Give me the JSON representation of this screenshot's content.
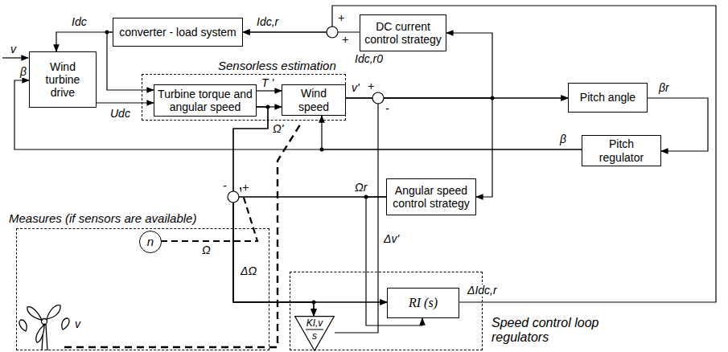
{
  "diagram": {
    "nodes": [
      {
        "text": [
          "converter - load system"
        ]
      },
      {
        "text": [
          "DC current control strategy"
        ]
      },
      {
        "text": [
          "Wind turbine drive"
        ]
      },
      {
        "text": [
          "Sensorless estimation"
        ]
      },
      {
        "text": [
          "Turbine torque and angular speed"
        ],
        "in": 3
      },
      {
        "text": [
          "Wind speed"
        ],
        "in": 3
      },
      {
        "text": [
          "Pitch angle"
        ]
      },
      {
        "text": [
          "Pitch regulator"
        ]
      },
      {
        "text": [
          "Angular speed control strategy"
        ]
      },
      {
        "text": [
          "Measures (if sensors are available)"
        ]
      },
      {
        "text": [
          "n"
        ],
        "in": 9
      },
      {
        "text": [
          "Speed control loop regulators"
        ]
      },
      {
        "text": [
          "RI (s)"
        ],
        "in": 11
      },
      {
        "text": [
          "KI,v",
          "s"
        ],
        "in": 11
      }
    ],
    "edges": [
      {
        "from": 1,
        "to": 0,
        "arrow": "to"
      },
      {
        "from": 12,
        "to": 0,
        "arrow": "to"
      },
      {
        "from": 0,
        "to": 2,
        "arrow": "to"
      },
      {
        "from": 0,
        "to": 4,
        "arrow": "to"
      },
      {
        "from": 2,
        "to": 4,
        "arrow": "to"
      },
      {
        "from": 4,
        "to": 5,
        "arrow": "to"
      },
      {
        "from": 4,
        "to": 5,
        "arrow": "to"
      },
      {
        "from": 5,
        "to": 6,
        "arrow": "to"
      },
      {
        "from": 5,
        "to": 1,
        "arrow": "to"
      },
      {
        "from": 5,
        "to": 8,
        "arrow": "to"
      },
      {
        "from": 6,
        "to": 7,
        "arrow": "to"
      },
      {
        "from": 7,
        "to": 2,
        "arrow": "to"
      },
      {
        "from": 7,
        "to": 5,
        "arrow": "to"
      },
      {
        "from": 8,
        "to": 12,
        "arrow": "to"
      },
      {
        "from": 8,
        "to": 12,
        "arrow": "to"
      },
      {
        "from": 8,
        "to": 13,
        "arrow": "to"
      },
      {
        "from": 4,
        "to": 12,
        "arrow": "to"
      },
      {
        "from": 4,
        "to": 13,
        "arrow": "to"
      },
      {
        "from": 13,
        "to": 6,
        "arrow": "to"
      }
    ],
    "labels": [
      "v",
      "β",
      "Idc",
      "Idc,r",
      "+",
      "+",
      "Idc,r0",
      "T '",
      "Ω'",
      "Udc",
      "v'",
      "+",
      "-",
      "Δv'",
      "βr",
      "β",
      "Ω",
      "Ωr",
      "-",
      "+",
      "ΔΩ",
      "ΔIdc,r",
      "v"
    ]
  }
}
